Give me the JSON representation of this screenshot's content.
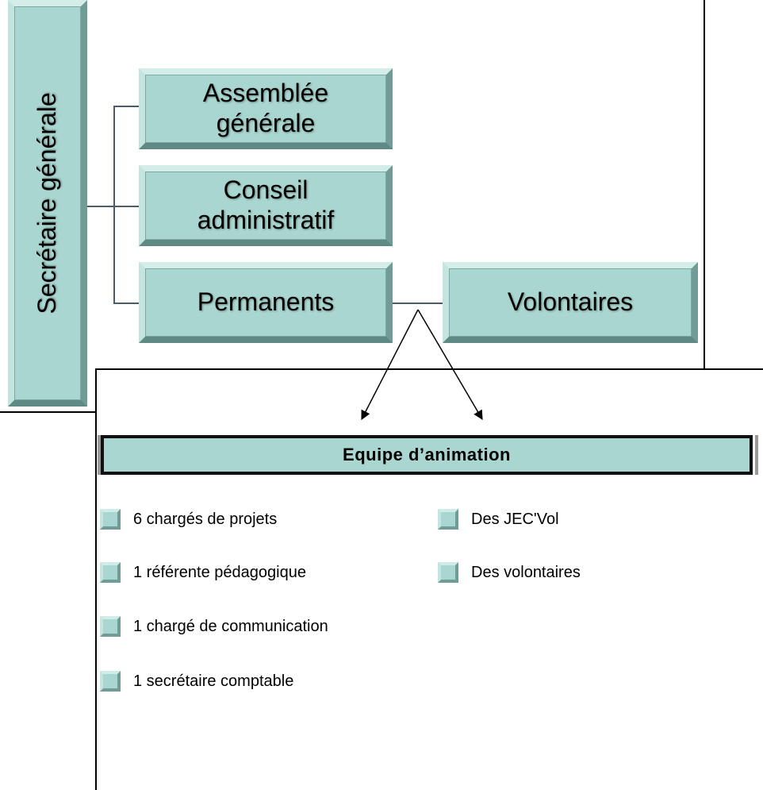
{
  "org_chart": {
    "root": "Secrétaire générale",
    "children": [
      "Assemblée générale",
      "Conseil administratif",
      "Permanents"
    ],
    "linked": "Volontaires"
  },
  "panel": {
    "title": "Equipe d’animation",
    "left_items": [
      "6 chargés de projets",
      "1 référente pédagogique",
      "1 chargé de communication",
      "1 secrétaire comptable"
    ],
    "right_items": [
      "Des JEC'Vol",
      "Des volontaires"
    ]
  },
  "colors": {
    "box_fill": "#a9d6d0",
    "connector": "#4b5b6b"
  }
}
